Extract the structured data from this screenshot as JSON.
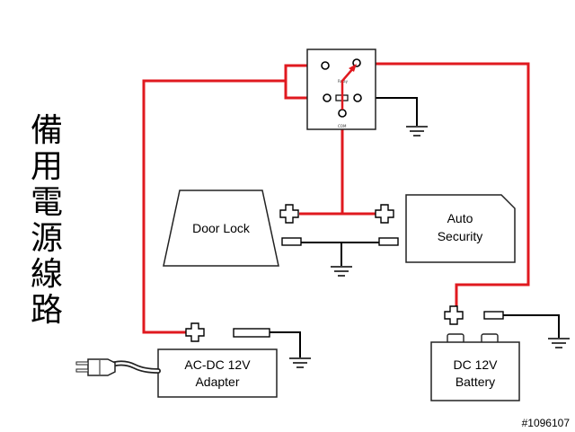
{
  "title_chars": [
    "備",
    "用",
    "電",
    "源",
    "線",
    "路"
  ],
  "components": {
    "door_lock": "Door Lock",
    "auto_security": [
      "Auto",
      "Security"
    ],
    "adapter": [
      "AC-DC 12V",
      "Adapter"
    ],
    "battery": [
      "DC 12V",
      "Battery"
    ]
  },
  "relay": {
    "tiny_label_1": "Relay",
    "tiny_label_2": "COM"
  },
  "watermark": "#1096107",
  "colors": {
    "positive_wire": "#e0191f",
    "negative_wire": "#000000",
    "outline": "#222222"
  }
}
